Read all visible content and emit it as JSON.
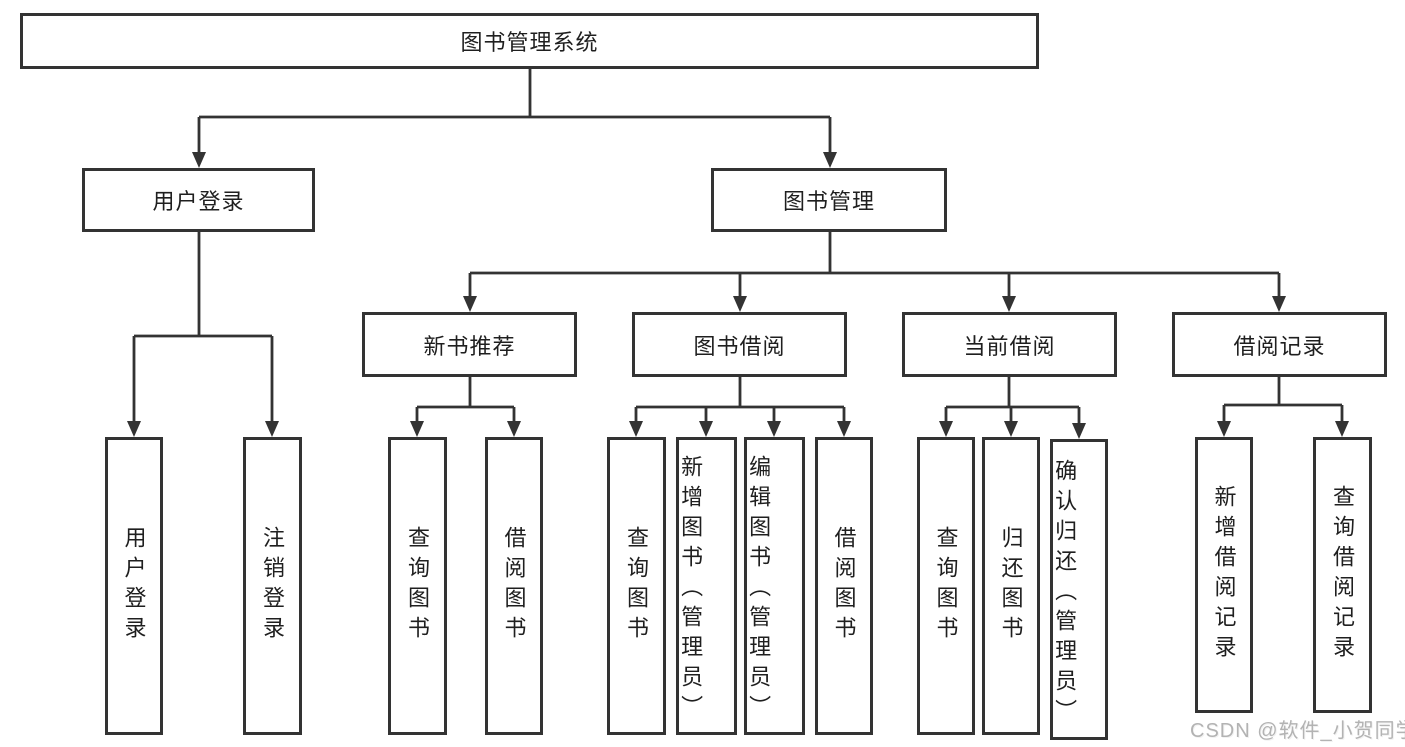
{
  "diagram": {
    "tree": {
      "root": "图书管理系统",
      "branches": [
        {
          "label": "用户登录",
          "leaves": [
            "用户登录",
            "注销登录"
          ]
        },
        {
          "label": "图书管理",
          "groups": [
            {
              "label": "新书推荐",
              "leaves": [
                "查询图书",
                "借阅图书"
              ]
            },
            {
              "label": "图书借阅",
              "leaves": [
                "查询图书",
                "新增图书（管理员）",
                "编辑图书（管理员）",
                "借阅图书"
              ]
            },
            {
              "label": "当前借阅",
              "leaves": [
                "查询图书",
                "归还图书",
                "确认归还（管理员）"
              ]
            },
            {
              "label": "借阅记录",
              "leaves": [
                "新增借阅记录",
                "查询借阅记录"
              ]
            }
          ]
        }
      ]
    },
    "colors": {
      "line": "#333333",
      "box_border": "#333333",
      "box_background": "#ffffff",
      "text": "#1f1f1f",
      "watermark": "#b3b3b3"
    }
  },
  "watermark": {
    "text": "CSDN @软件_小贺同学"
  }
}
